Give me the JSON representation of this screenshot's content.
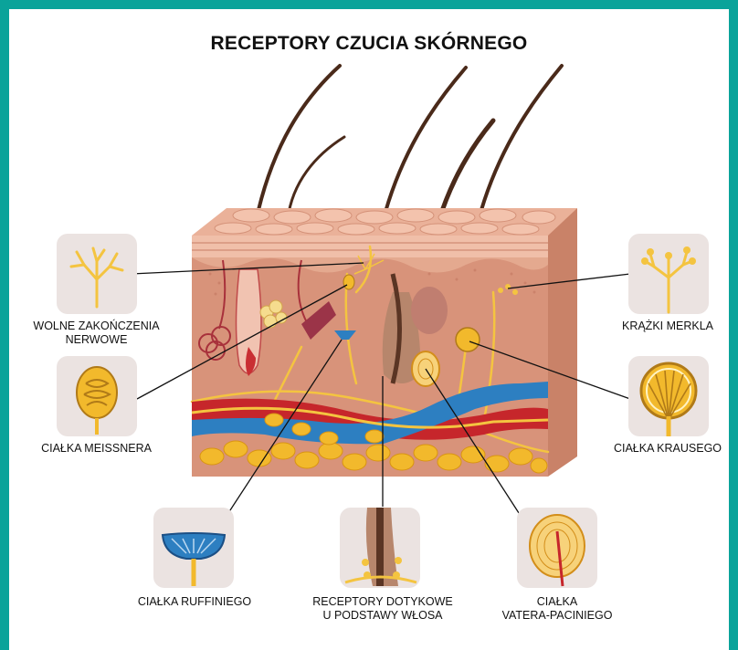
{
  "title": "RECEPTORY CZUCIA SKÓRNEGO",
  "labels": {
    "free_nerve_endings_line1": "WOLNE ZAKOŃCZENIA",
    "free_nerve_endings_line2": "NERWOWE",
    "meissner": "CIAŁKA MEISSNERA",
    "ruffini": "CIAŁKA RUFFINIEGO",
    "hair_receptors_line1": "RECEPTORY DOTYKOWE",
    "hair_receptors_line2": "U PODSTAWY WŁOSA",
    "pacini_line1": "CIAŁKA",
    "pacini_line2": "VATERA-PACINIEGO",
    "merkel": "KRĄŻKI MERKLA",
    "krause": "CIAŁKA KRAUSEGO"
  },
  "colors": {
    "frame": "#0aa39a",
    "skin_surface": "#e8a58c",
    "dermis": "#d99274",
    "fat": "#f2b92c",
    "artery": "#c6262b",
    "vein": "#2d7fc1",
    "nerve": "#f4c440",
    "hair": "#5a3524",
    "thumb_bg": "#ebe3e1"
  }
}
